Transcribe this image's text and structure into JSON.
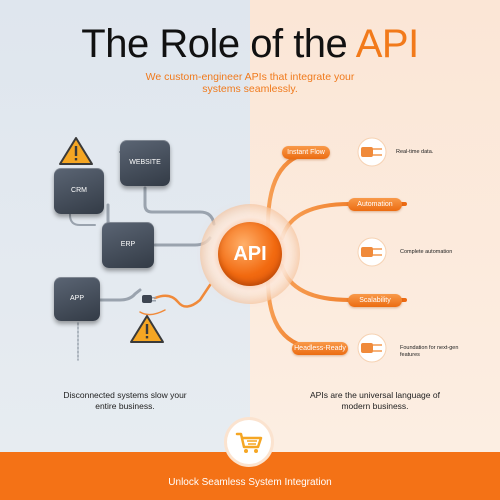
{
  "title": {
    "main": "The Role of the ",
    "accent": "API"
  },
  "subtitle": "We custom-engineer APIs that integrate your systems seamlessly.",
  "center_label": "API",
  "left_systems": [
    "WEBSITE",
    "CRM",
    "ERP",
    "APP"
  ],
  "right_items": [
    {
      "label": "Instant Flow",
      "description": "Real-time data."
    },
    {
      "label": "Automation",
      "description": ""
    },
    {
      "label": "",
      "description": "Complete automation"
    },
    {
      "label": "Scalability",
      "description": ""
    },
    {
      "label": "Headless-Ready",
      "description": "Foundation for next-gen features"
    }
  ],
  "left_caption": "Disconnected systems slow your entire business.",
  "right_caption": "APIs are the universal language of modern business.",
  "footer_text": "Unlock Seamless System Integration",
  "colors": {
    "accent": "#f27a1a",
    "footer": "#f47216",
    "box": "#3d4551",
    "warning": "#f5a623"
  },
  "icons": [
    "warning-icon",
    "connector-plug-icon",
    "shopping-cart-icon"
  ]
}
